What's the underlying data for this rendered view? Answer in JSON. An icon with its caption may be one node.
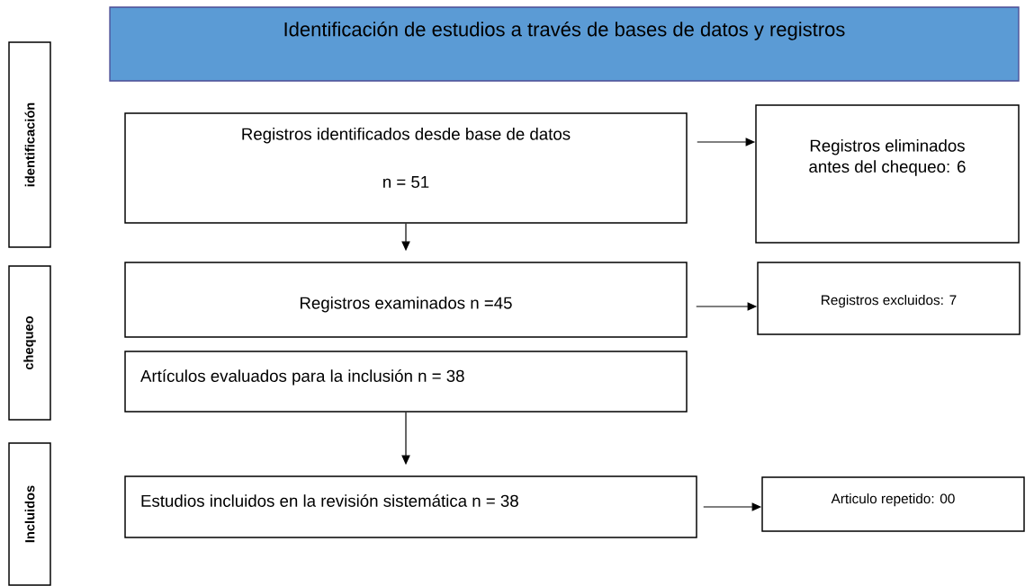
{
  "diagram": {
    "nodes": [
      {
        "text": [
          "Identificación de estudios a través de bases de datos y registros"
        ]
      },
      {
        "text": [
          "identificación"
        ]
      },
      {
        "text": [
          "chequeo"
        ]
      },
      {
        "text": [
          "Incluidos"
        ]
      },
      {
        "text": [
          "Registros identificados desde base de datos",
          "n = 51"
        ]
      },
      {
        "text": [
          "Registros eliminados antes del chequeo: 6"
        ]
      },
      {
        "text": [
          "Registros examinados n =45"
        ]
      },
      {
        "text": [
          "Registros excluidos: 7"
        ]
      },
      {
        "text": [
          "Artículos evaluados para la inclusión n = 38"
        ]
      },
      {
        "text": [
          "Estudios incluidos en la revisión sistemática n = 38"
        ]
      },
      {
        "text": [
          "Articulo repetido: 00"
        ]
      }
    ],
    "edges": [
      {
        "from": 4,
        "to": 5,
        "arrow": "to"
      },
      {
        "from": 4,
        "to": 6,
        "arrow": "to"
      },
      {
        "from": 6,
        "to": 7,
        "arrow": "to"
      },
      {
        "from": 8,
        "to": 9,
        "arrow": "to"
      },
      {
        "from": 9,
        "to": 10,
        "arrow": "to"
      }
    ]
  }
}
